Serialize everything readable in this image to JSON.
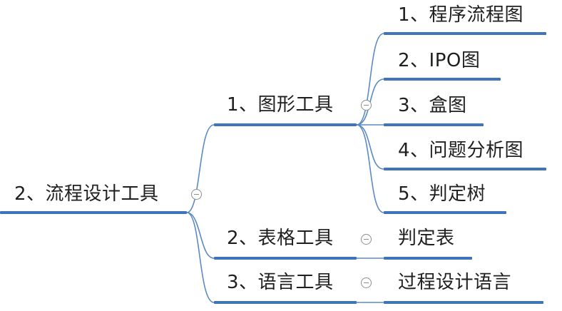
{
  "mindmap": {
    "root": {
      "label": "2、流程设计工具"
    },
    "branches": [
      {
        "label": "1、图形工具",
        "children": [
          "1、程序流程图",
          "2、IPO图",
          "3、盒图",
          "4、问题分析图",
          "5、判定树"
        ]
      },
      {
        "label": "2、表格工具",
        "children": [
          "判定表"
        ]
      },
      {
        "label": "3、语言工具",
        "children": [
          "过程设计语言"
        ]
      }
    ],
    "toggle_icon": "collapse-circle-minus-icon",
    "colors": {
      "line": "#3f74b8",
      "connector": "#5b8ac6",
      "toggle": "#8f8f8f",
      "text": "#1f1f1f"
    }
  }
}
